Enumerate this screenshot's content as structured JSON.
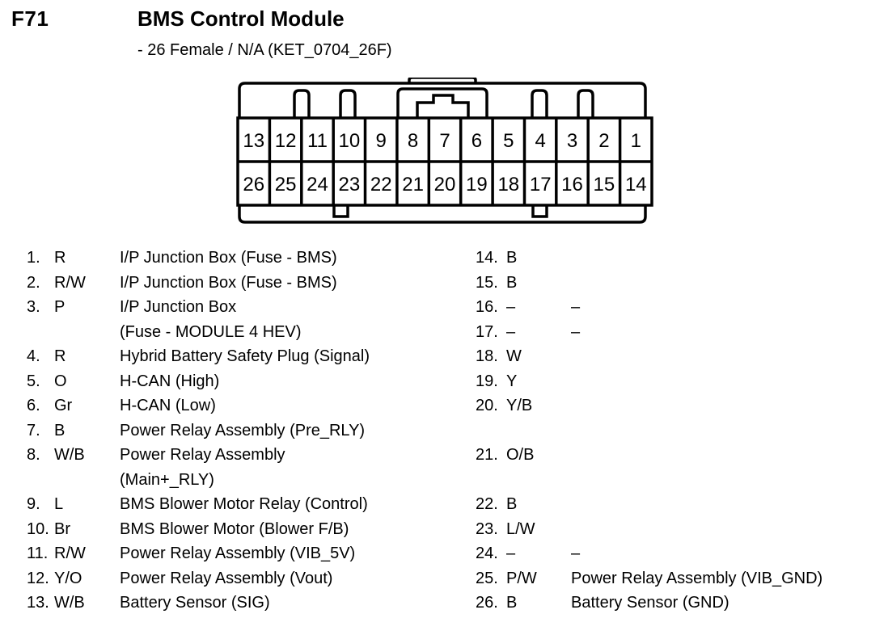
{
  "header": {
    "code": "F71",
    "title": "BMS Control Module",
    "subtitle": "- 26 Female / N/A (KET_0704_26F)"
  },
  "connector": {
    "name": "KET_0704_26F",
    "top_row_labels": [
      "13",
      "12",
      "11",
      "10",
      "9",
      "8",
      "7",
      "6",
      "5",
      "4",
      "3",
      "2",
      "1"
    ],
    "bottom_row_labels": [
      "26",
      "25",
      "24",
      "23",
      "22",
      "21",
      "20",
      "19",
      "18",
      "17",
      "16",
      "15",
      "14"
    ],
    "outline_color": "#000000",
    "fill_color": "#ffffff"
  },
  "pin_rows": [
    {
      "l_num": "1.",
      "l_wire": "R",
      "l_desc": "I/P Junction Box (Fuse - BMS)",
      "r_num": "14.",
      "r_wire": "B",
      "r_desc": ""
    },
    {
      "l_num": "2.",
      "l_wire": "R/W",
      "l_desc": "I/P Junction Box (Fuse - BMS)",
      "r_num": "15.",
      "r_wire": "B",
      "r_desc": ""
    },
    {
      "l_num": "3.",
      "l_wire": "P",
      "l_desc": "I/P Junction Box",
      "r_num": "16.",
      "r_wire": "–",
      "r_desc": "–"
    },
    {
      "l_num": "",
      "l_wire": "",
      "l_desc": "(Fuse - MODULE 4 HEV)",
      "r_num": "17.",
      "r_wire": "–",
      "r_desc": "–"
    },
    {
      "l_num": "4.",
      "l_wire": "R",
      "l_desc": "Hybrid Battery Safety Plug (Signal)",
      "r_num": "18.",
      "r_wire": "W",
      "r_desc": ""
    },
    {
      "l_num": "5.",
      "l_wire": "O",
      "l_desc": "H-CAN (High)",
      "r_num": "19.",
      "r_wire": "Y",
      "r_desc": ""
    },
    {
      "l_num": "6.",
      "l_wire": "Gr",
      "l_desc": "H-CAN (Low)",
      "r_num": "20.",
      "r_wire": "Y/B",
      "r_desc": ""
    },
    {
      "l_num": "7.",
      "l_wire": "B",
      "l_desc": "Power Relay Assembly (Pre_RLY)",
      "r_num": "",
      "r_wire": "",
      "r_desc": ""
    },
    {
      "l_num": "8.",
      "l_wire": "W/B",
      "l_desc": "Power Relay Assembly",
      "r_num": "21.",
      "r_wire": "O/B",
      "r_desc": ""
    },
    {
      "l_num": "",
      "l_wire": "",
      "l_desc": "(Main+_RLY)",
      "r_num": "",
      "r_wire": "",
      "r_desc": ""
    },
    {
      "l_num": "9.",
      "l_wire": "L",
      "l_desc": "BMS Blower Motor Relay (Control)",
      "r_num": "22.",
      "r_wire": "B",
      "r_desc": ""
    },
    {
      "l_num": "10.",
      "l_wire": "Br",
      "l_desc": "BMS Blower Motor (Blower F/B)",
      "r_num": "23.",
      "r_wire": "L/W",
      "r_desc": ""
    },
    {
      "l_num": "11.",
      "l_wire": "R/W",
      "l_desc": "Power Relay Assembly (VIB_5V)",
      "r_num": "24.",
      "r_wire": "–",
      "r_desc": "–"
    },
    {
      "l_num": "12.",
      "l_wire": "Y/O",
      "l_desc": "Power Relay Assembly (Vout)",
      "r_num": "25.",
      "r_wire": "P/W",
      "r_desc": "Power Relay Assembly (VIB_GND)"
    },
    {
      "l_num": "13.",
      "l_wire": "W/B",
      "l_desc": "Battery Sensor (SIG)",
      "r_num": "26.",
      "r_wire": "B",
      "r_desc": "Battery Sensor (GND)"
    }
  ]
}
